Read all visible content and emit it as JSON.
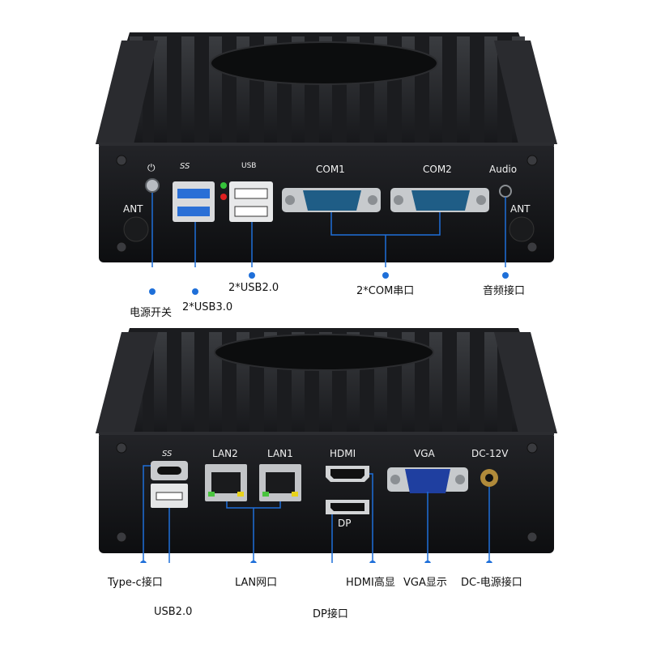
{
  "top": {
    "panel_labels": {
      "ant_left": "ANT",
      "ant_right": "ANT",
      "com1": "COM1",
      "com2": "COM2",
      "audio": "Audio",
      "usb3_logo": "SS",
      "usb2_logo": "USB"
    },
    "callouts": {
      "power": "电源开关",
      "usb3": "2*USB3.0",
      "usb2": "2*USB2.0",
      "com": "2*COM串口",
      "audio": "音频接口"
    }
  },
  "bottom": {
    "panel_labels": {
      "lan2": "LAN2",
      "lan1": "LAN1",
      "hdmi": "HDMI",
      "vga": "VGA",
      "dc": "DC-12V",
      "dp": "DP",
      "usb3_logo": "SS"
    },
    "callouts": {
      "typec": "Type-c接口",
      "usb2": "USB2.0",
      "lan": "LAN网口",
      "dp": "DP接口",
      "hdmi": "HDMI高显",
      "vga": "VGA显示",
      "dc": "DC-电源接口"
    }
  },
  "colors": {
    "callout_line": "#1e6fd9",
    "chassis": "#17181a",
    "panel": "#0f1011",
    "com_port": "#1f5d86",
    "vga_port": "#1f3fa0",
    "usb3_blue": "#2a6fd6",
    "led_green": "#35c23a",
    "led_red": "#e02020",
    "lan_led_yellow": "#e8d21b",
    "lan_led_green": "#49c43e"
  }
}
